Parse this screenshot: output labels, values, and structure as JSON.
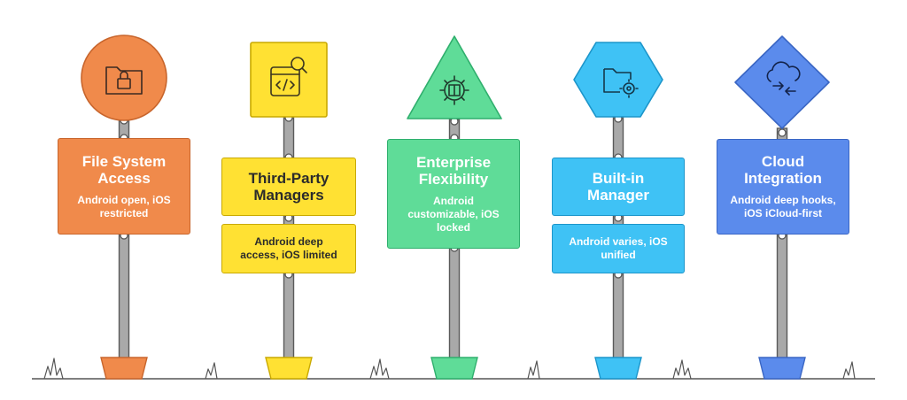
{
  "signposts": [
    {
      "id": "file-system-access",
      "title": "File System\nAccess",
      "description": "Android open, iOS\nrestricted",
      "sign_shape": "circle",
      "icon": "folder-lock-icon",
      "colors": {
        "fill": "#F08A4B",
        "stroke": "#C8652C",
        "text": "#ffffff"
      }
    },
    {
      "id": "third-party-managers",
      "title": "Third-Party\nManagers",
      "description": "Android deep\naccess, iOS limited",
      "sign_shape": "square",
      "icon": "code-search-icon",
      "colors": {
        "fill": "#FFE133",
        "stroke": "#C9A900",
        "text": "#2b2b2b"
      }
    },
    {
      "id": "enterprise-flexibility",
      "title": "Enterprise\nFlexibility",
      "description": "Android\ncustomizable, iOS\nlocked",
      "sign_shape": "triangle",
      "icon": "gear-document-icon",
      "colors": {
        "fill": "#5FDC98",
        "stroke": "#2FAF6D",
        "text": "#ffffff"
      }
    },
    {
      "id": "built-in-manager",
      "title": "Built-in\nManager",
      "description": "Android varies, iOS\nunified",
      "sign_shape": "hexagon",
      "icon": "folder-gear-icon",
      "colors": {
        "fill": "#3FC2F5",
        "stroke": "#1C95CA",
        "text": "#ffffff"
      }
    },
    {
      "id": "cloud-integration",
      "title": "Cloud\nIntegration",
      "description": "Android deep hooks,\niOS iCloud-first",
      "sign_shape": "diamond",
      "icon": "cloud-sync-icon",
      "colors": {
        "fill": "#5B8BEC",
        "stroke": "#3A66C4",
        "text": "#ffffff"
      }
    }
  ]
}
